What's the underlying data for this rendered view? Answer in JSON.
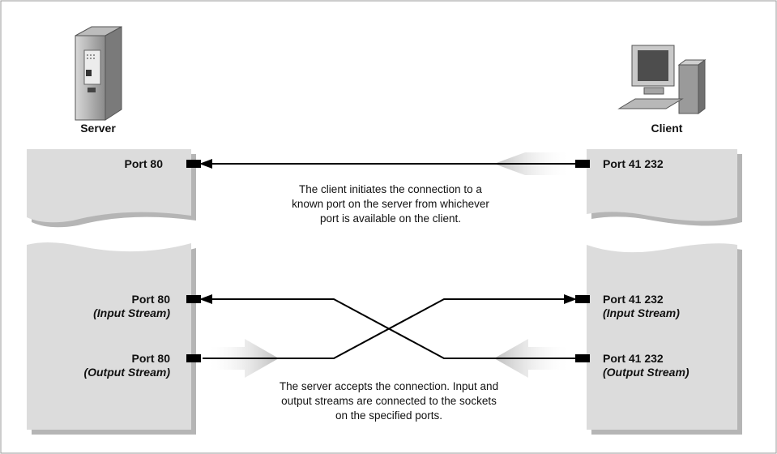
{
  "server": {
    "title": "Server"
  },
  "client": {
    "title": "Client"
  },
  "connect_panel": {
    "server_port": "Port 80",
    "client_port": "Port 41 232",
    "caption_lines": [
      "The client initiates the connection to a",
      "known port on the server from whichever",
      "port is available on the client."
    ]
  },
  "stream_panel": {
    "server_input_port": "Port 80",
    "server_input_label": "(Input Stream)",
    "server_output_port": "Port 80",
    "server_output_label": "(Output Stream)",
    "client_input_port": "Port 41 232",
    "client_input_label": "(Input Stream)",
    "client_output_port": "Port 41 232",
    "client_output_label": "(Output Stream)",
    "caption_lines": [
      "The server accepts the connection. Input and",
      "output streams are connected to the sockets",
      "on the specified ports."
    ]
  },
  "icons": {
    "server": "server-tower-icon",
    "client": "desktop-computer-icon"
  },
  "colors": {
    "panel_fill": "#dcdcdc",
    "panel_shadow": "#b4b4b4",
    "line": "#000000",
    "flow_arrow": "#c8c8c8"
  }
}
